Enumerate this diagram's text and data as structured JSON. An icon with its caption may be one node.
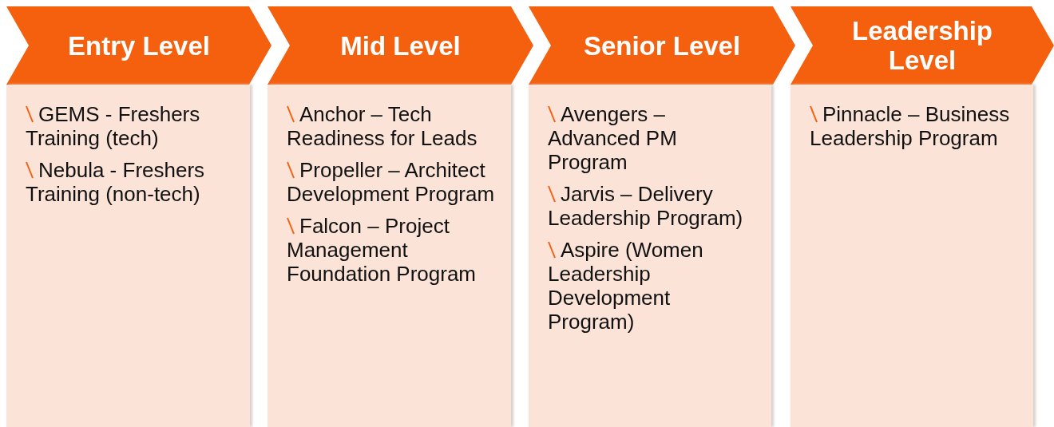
{
  "diagram": {
    "nodes": [
      {
        "text": [
          "Entry Level"
        ]
      },
      {
        "text": [
          "GEMS - Freshers Training (tech)",
          "Nebula - Freshers Training (non-tech)"
        ]
      },
      {
        "text": [
          "Mid Level"
        ]
      },
      {
        "text": [
          "Anchor – Tech Readiness for Leads",
          "Propeller – Architect Development Program",
          "Falcon – Project Management Foundation Program"
        ]
      },
      {
        "text": [
          "Senior Level"
        ]
      },
      {
        "text": [
          "Avengers – Advanced PM Program",
          "Jarvis – Delivery Leadership Program)",
          "Aspire (Women Leadership Development Program)"
        ]
      },
      {
        "text": [
          "Leadership Level"
        ]
      },
      {
        "text": [
          "Pinnacle – Business Leadership Program"
        ]
      }
    ],
    "edges": []
  }
}
